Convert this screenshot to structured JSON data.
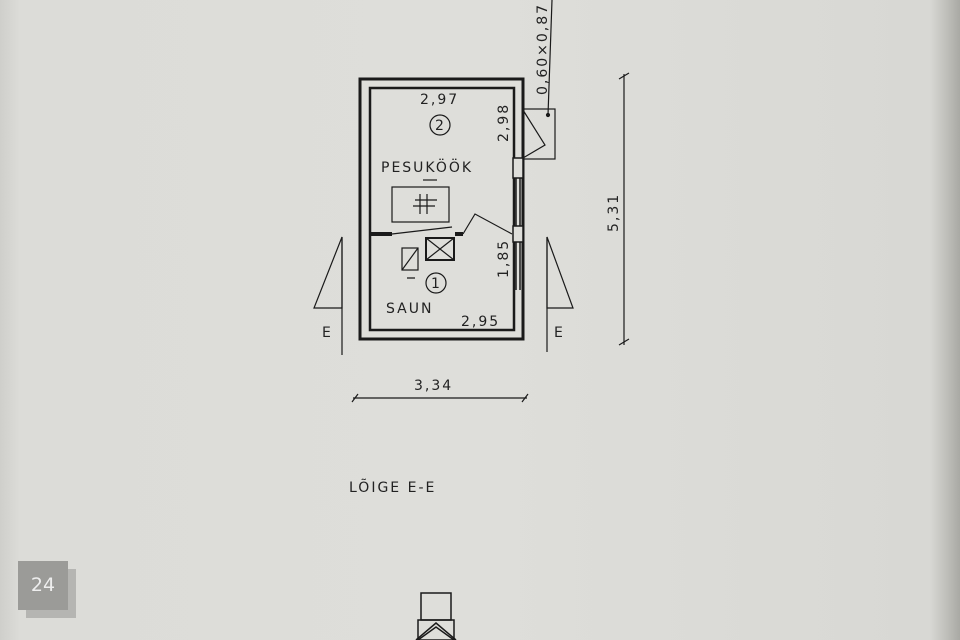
{
  "plan": {
    "window_size": "0,60×0,87",
    "room2": {
      "number": "2",
      "name": "PESUKÖÖK",
      "width": "2,97",
      "length": "2,98"
    },
    "room1": {
      "number": "1",
      "name": "SAUN",
      "width": "2,95",
      "length": "1,85"
    },
    "total_length": "5,31",
    "total_width": "3,34",
    "section_marker_left": "E",
    "section_marker_right": "E"
  },
  "section_title": "LÕIGE E-E",
  "page_number": "24"
}
